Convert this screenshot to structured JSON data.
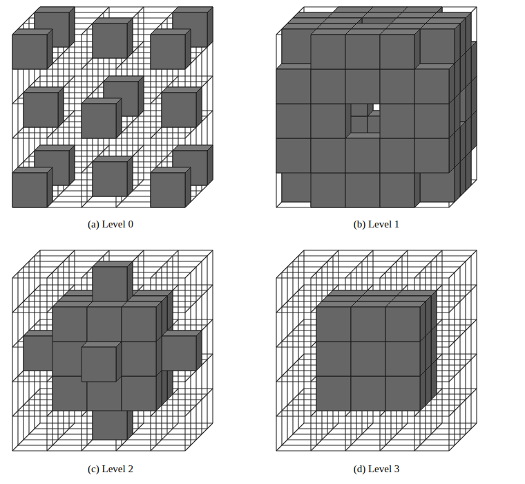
{
  "diagram": {
    "labels": [
      "(a) Level 0",
      "(b) Level 1",
      "(c) Level 2",
      "(d) Level 3"
    ]
  }
}
